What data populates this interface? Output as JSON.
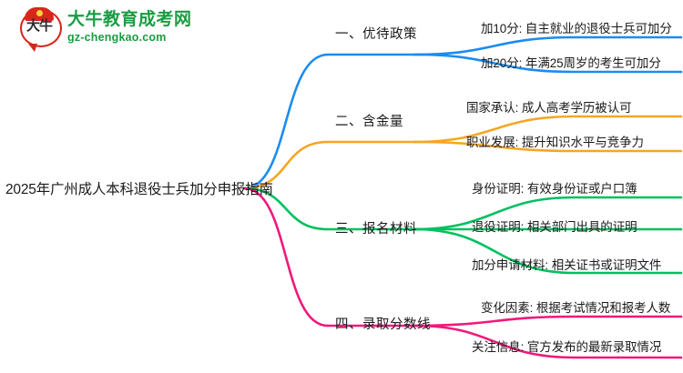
{
  "logo": {
    "mark_text": "大牛",
    "title": "大牛教育成考网",
    "subtitle": "gz-chengkao.com",
    "brand_color": "#1a9c42",
    "mark_color": "#d8261c"
  },
  "mindmap": {
    "root": "2025年广州成人本科退役士兵加分申报指南",
    "branches": [
      {
        "label": "一、优待政策",
        "color": "#1a8cf0",
        "children": [
          "加10分: 自主就业的退役士兵可加分",
          "加20分: 年满25周岁的考生可加分"
        ]
      },
      {
        "label": "二、含金量",
        "color": "#f5a623",
        "children": [
          "国家承认: 成人高考学历被认可",
          "职业发展: 提升知识水平与竞争力"
        ]
      },
      {
        "label": "三、报名材料",
        "color": "#00c060",
        "children": [
          "身份证明: 有效身份证或户口簿",
          "退役证明: 相关部门出具的证明",
          "加分申请材料: 相关证书或证明文件"
        ]
      },
      {
        "label": "四、录取分数线",
        "color": "#f0187a",
        "children": [
          "变化因素: 根据考试情况和报考人数",
          "关注信息: 官方发布的最新录取情况"
        ]
      }
    ]
  }
}
